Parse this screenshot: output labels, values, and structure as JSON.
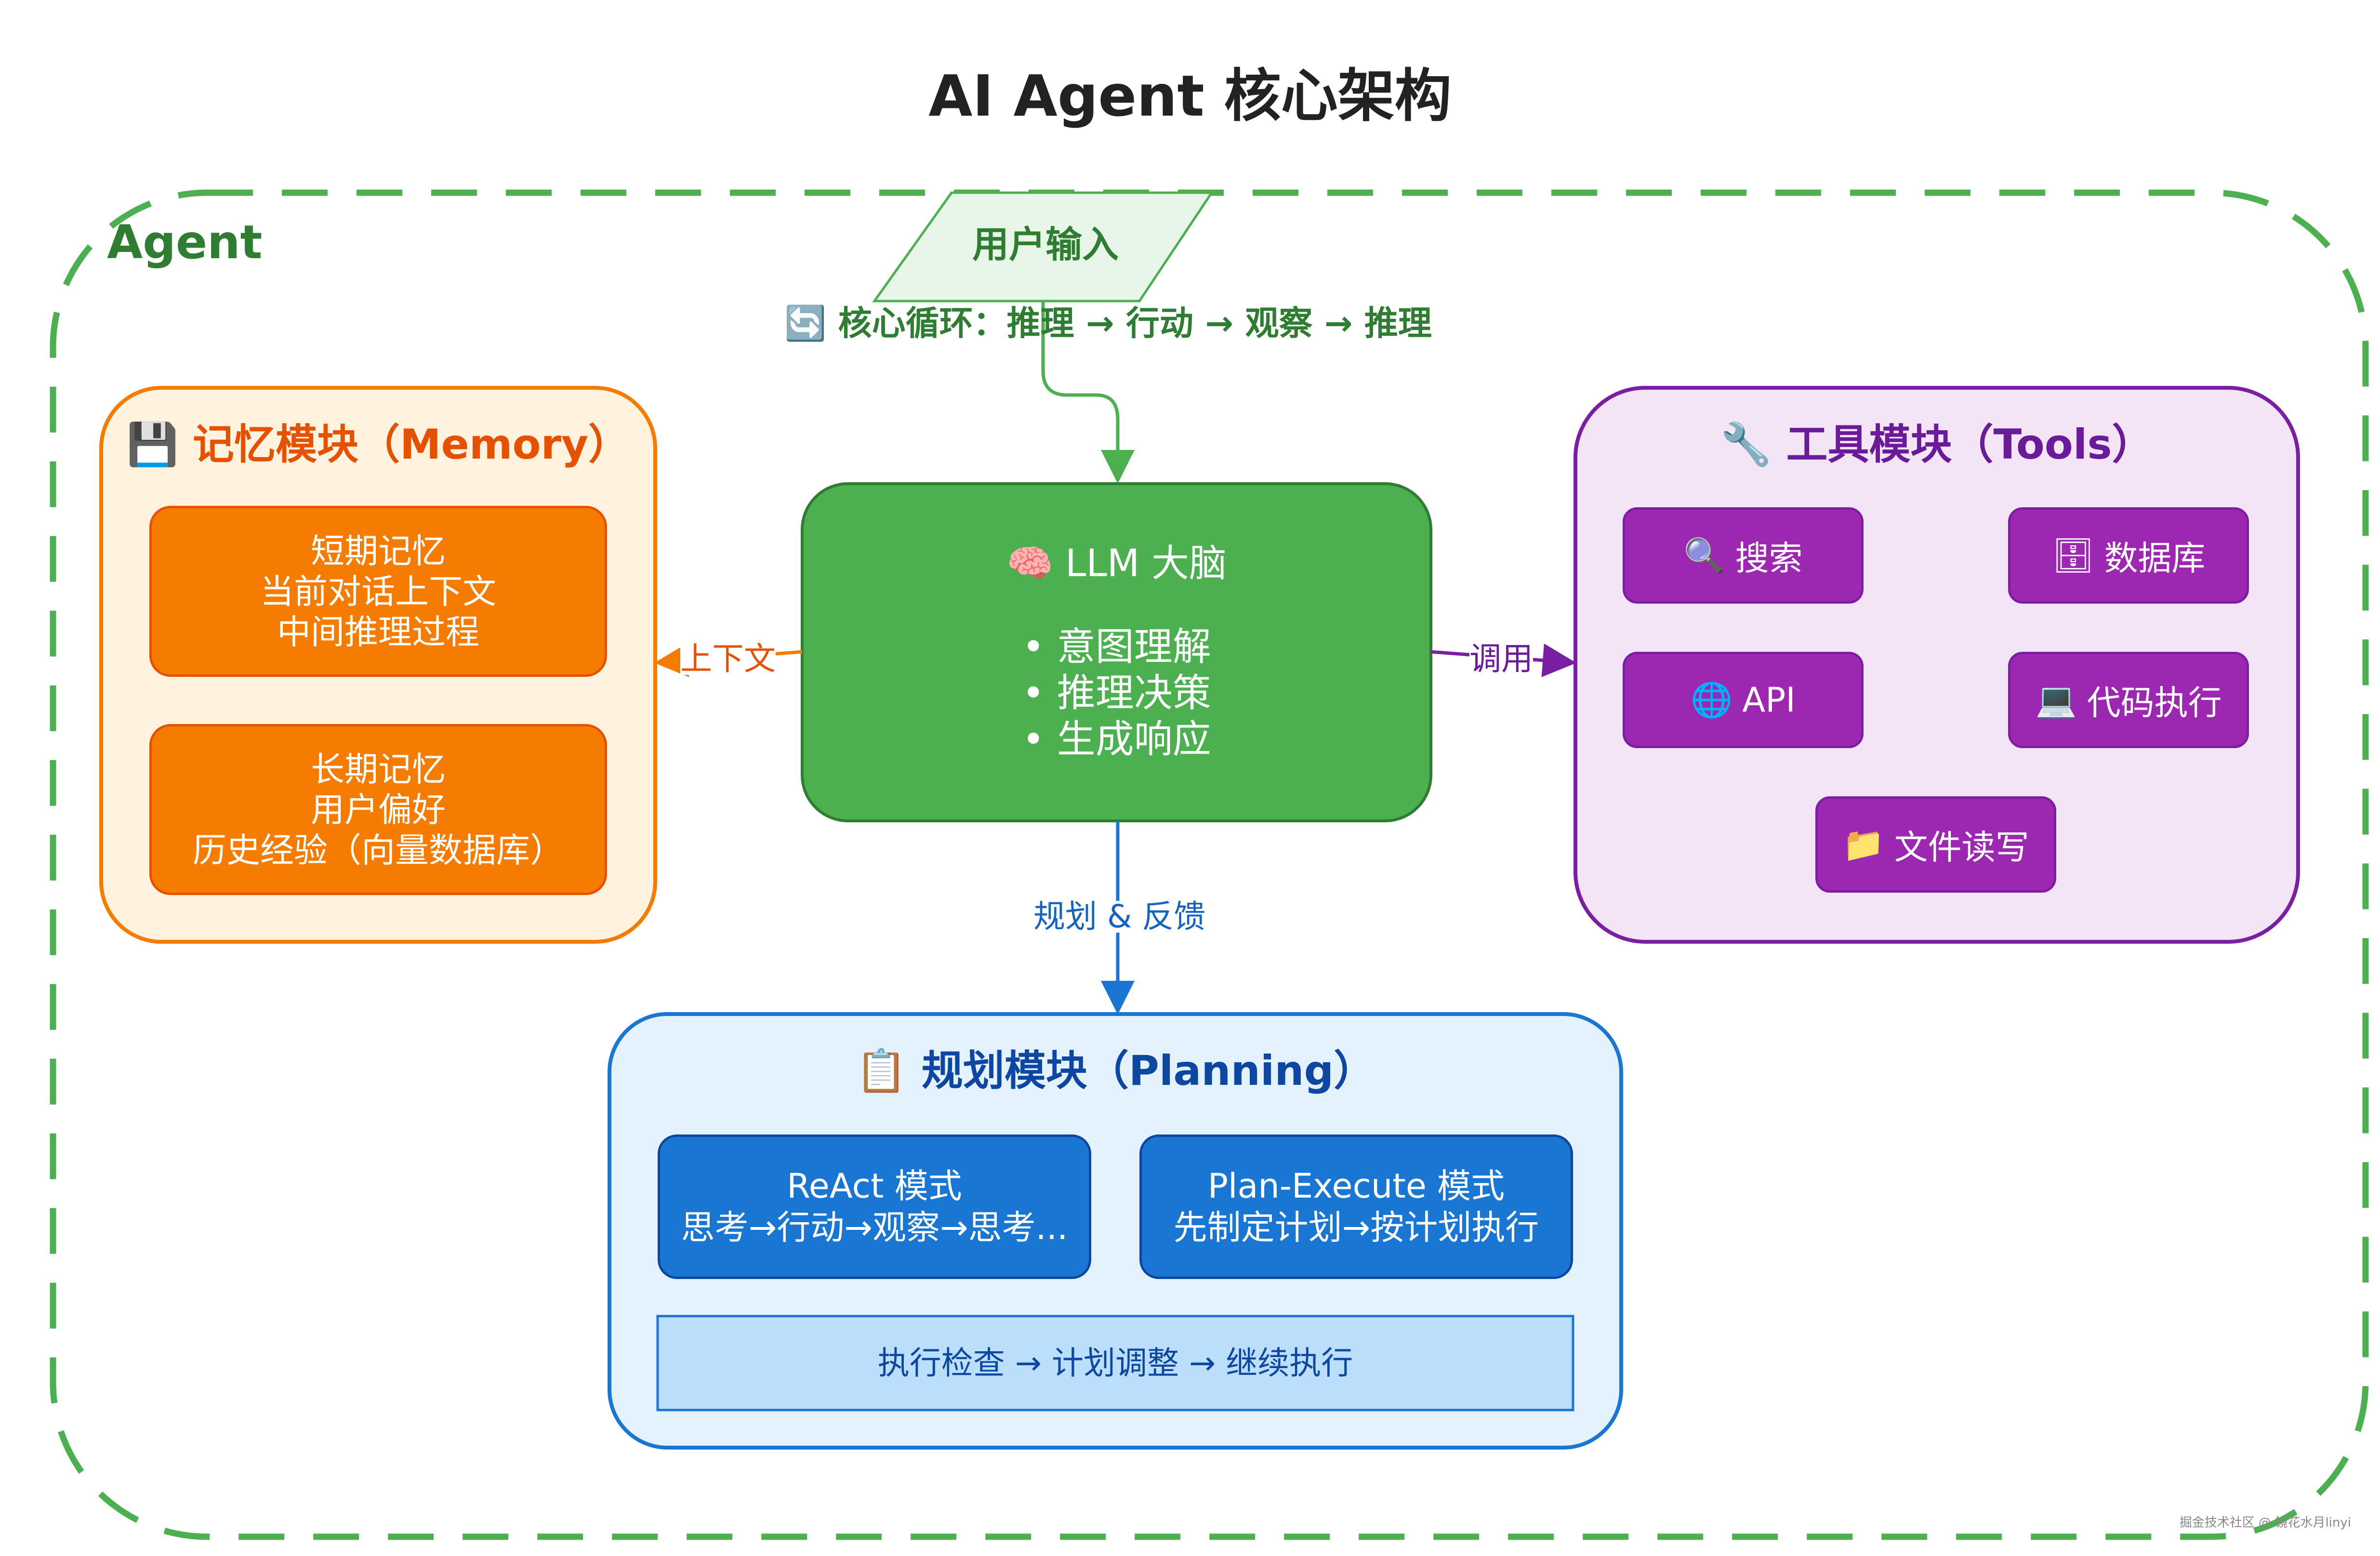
{
  "diagram": {
    "title": "AI Agent 核心架构",
    "agent_label": "Agent",
    "input_label": "用户输入",
    "core_loop": "🔄 核心循环：推理 → 行动 → 观察 → 推理",
    "llm": {
      "title": "🧠 LLM 大脑",
      "items": [
        "• 意图理解",
        "• 推理决策",
        "• 生成响应"
      ]
    },
    "memory": {
      "title": "💾 记忆模块（Memory）",
      "short_term": [
        "短期记忆",
        "当前对话上下文",
        "中间推理过程"
      ],
      "long_term": [
        "长期记忆",
        "用户偏好",
        "历史经验（向量数据库）"
      ]
    },
    "tools": {
      "title": "🔧 工具模块（Tools）",
      "items": [
        {
          "icon": "🔍",
          "icon_name": "magnifier-icon",
          "label": "搜索"
        },
        {
          "icon": "🗄",
          "icon_name": "file-cabinet-icon",
          "label": "数据库"
        },
        {
          "icon": "🌐",
          "icon_name": "globe-icon",
          "label": "API"
        },
        {
          "icon": "💻",
          "icon_name": "laptop-icon",
          "label": "代码执行"
        },
        {
          "icon": "📁",
          "icon_name": "folder-icon",
          "label": "文件读写"
        }
      ]
    },
    "planning": {
      "title": "📋 规划模块（Planning）",
      "react": [
        "ReAct 模式",
        "思考→行动→观察→思考..."
      ],
      "plan_execute": [
        "Plan-Execute 模式",
        "先制定计划→按计划执行"
      ],
      "loop": "执行检查 → 计划调整 → 继续执行"
    },
    "edges": {
      "context": "上下文",
      "invoke": "调用",
      "plan_feedback": "规划 & 反馈"
    },
    "watermark": "掘金技术社区 @ 镜花水月linyi",
    "colors": {
      "green": "#4caf50",
      "dark_green": "#2e7d32",
      "orange": "#f57c00",
      "orange_fill": "#fff3e0",
      "purple": "#9c27b0",
      "purple_fill": "#f3e5f5",
      "blue": "#1976d2",
      "blue_fill": "#e3f2fd"
    }
  }
}
